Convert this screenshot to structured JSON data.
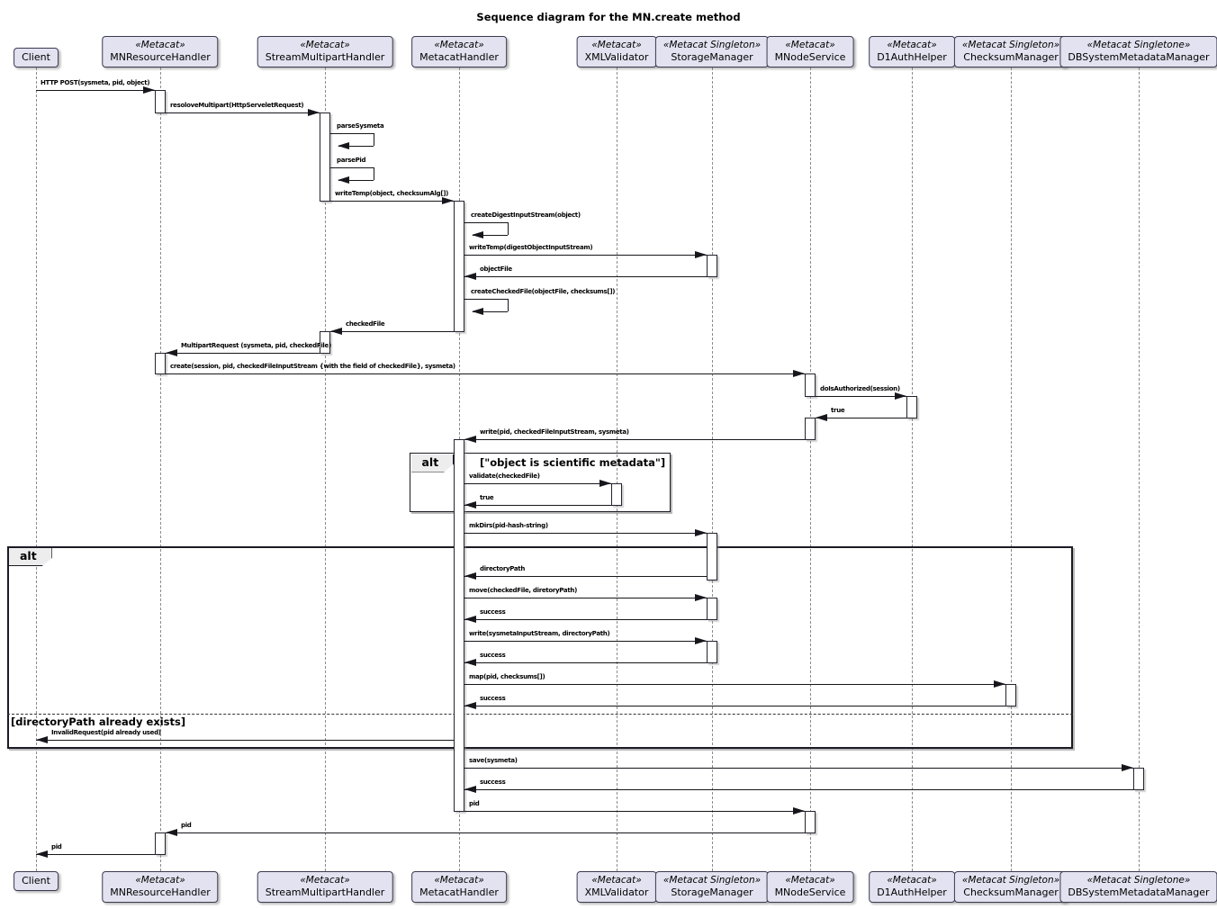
{
  "title": "Sequence diagram for the MN.create method",
  "colors": {
    "participant_fill": "#E2E2F0",
    "participant_border": "#3B3B50",
    "frame_tag_fill": "#EDEDED",
    "line": "#16161C",
    "lifeline": "#8B8B8B",
    "background": "#FFFFFF"
  },
  "participants": [
    {
      "id": "client",
      "stereotype": "",
      "name": "Client"
    },
    {
      "id": "mnrh",
      "stereotype": "«Metacat»",
      "name": "MNResourceHandler"
    },
    {
      "id": "smh",
      "stereotype": "«Metacat»",
      "name": "StreamMultipartHandler"
    },
    {
      "id": "mh",
      "stereotype": "«Metacat»",
      "name": "MetacatHandler"
    },
    {
      "id": "xmlv",
      "stereotype": "«Metacat»",
      "name": "XMLValidator"
    },
    {
      "id": "sm",
      "stereotype": "«Metacat Singleton»",
      "name": "StorageManager"
    },
    {
      "id": "mns",
      "stereotype": "«Metacat»",
      "name": "MNodeService"
    },
    {
      "id": "d1ah",
      "stereotype": "«Metacat»",
      "name": "D1AuthHelper"
    },
    {
      "id": "cm",
      "stereotype": "«Metacat Singleton»",
      "name": "ChecksumManager"
    },
    {
      "id": "dbsmm",
      "stereotype": "«Metacat Singletone»",
      "name": "DBSystemMetadataManager"
    }
  ],
  "messages": [
    {
      "from": "client",
      "to": "mnrh",
      "label": "HTTP POST(sysmeta, pid, object)"
    },
    {
      "from": "mnrh",
      "to": "smh",
      "label": "resoloveMultipart(HttpServeletRequest)"
    },
    {
      "from": "smh",
      "to": "smh",
      "label": "parseSysmeta"
    },
    {
      "from": "smh",
      "to": "smh",
      "label": "parsePid"
    },
    {
      "from": "smh",
      "to": "mh",
      "label": "writeTemp(object, checksumAlg[])"
    },
    {
      "from": "mh",
      "to": "mh",
      "label": "createDigestInputStream(object)"
    },
    {
      "from": "mh",
      "to": "sm",
      "label": "writeTemp(digestObjectInputStream)"
    },
    {
      "from": "sm",
      "to": "mh",
      "label": "objectFile"
    },
    {
      "from": "mh",
      "to": "mh",
      "label": "createCheckedFile(objectFile, checksums[])"
    },
    {
      "from": "mh",
      "to": "smh",
      "label": "checkedFile"
    },
    {
      "from": "smh",
      "to": "mnrh",
      "label": "MultipartRequest (sysmeta, pid, checkedFile)"
    },
    {
      "from": "mnrh",
      "to": "mns",
      "label": "create(session, pid, checkedFileInputStream {with the field of checkedFile}, sysmeta)"
    },
    {
      "from": "mns",
      "to": "d1ah",
      "label": "doIsAuthorized(session)"
    },
    {
      "from": "d1ah",
      "to": "mns",
      "label": "true"
    },
    {
      "from": "mns",
      "to": "mh",
      "label": "write(pid, checkedFileInputStream, sysmeta)"
    },
    {
      "from": "mh",
      "to": "xmlv",
      "label": "validate(checkedFile)"
    },
    {
      "from": "xmlv",
      "to": "mh",
      "label": "true"
    },
    {
      "from": "mh",
      "to": "sm",
      "label": "mkDirs(pid-hash-string)"
    },
    {
      "from": "sm",
      "to": "mh",
      "label": "directoryPath"
    },
    {
      "from": "mh",
      "to": "sm",
      "label": "move(checkedFile, diretoryPath)"
    },
    {
      "from": "sm",
      "to": "mh",
      "label": "success"
    },
    {
      "from": "mh",
      "to": "sm",
      "label": "write(sysmetaInputStream, directoryPath)"
    },
    {
      "from": "sm",
      "to": "mh",
      "label": "success"
    },
    {
      "from": "mh",
      "to": "cm",
      "label": "map(pid, checksums[])"
    },
    {
      "from": "cm",
      "to": "mh",
      "label": "success"
    },
    {
      "from": "mh",
      "to": "client",
      "label": "InvalidRequest(pid already used)"
    },
    {
      "from": "mh",
      "to": "dbsmm",
      "label": "save(sysmeta)"
    },
    {
      "from": "dbsmm",
      "to": "mh",
      "label": "success"
    },
    {
      "from": "mh",
      "to": "mns",
      "label": "pid"
    },
    {
      "from": "mns",
      "to": "mnrh",
      "label": "pid"
    },
    {
      "from": "mnrh",
      "to": "client",
      "label": "pid"
    }
  ],
  "frames": [
    {
      "label": "alt",
      "condition": "[\"object is scientific metadata\"]",
      "divider_label": ""
    },
    {
      "label": "alt",
      "condition": "",
      "divider_label": "[directoryPath already exists]"
    }
  ]
}
